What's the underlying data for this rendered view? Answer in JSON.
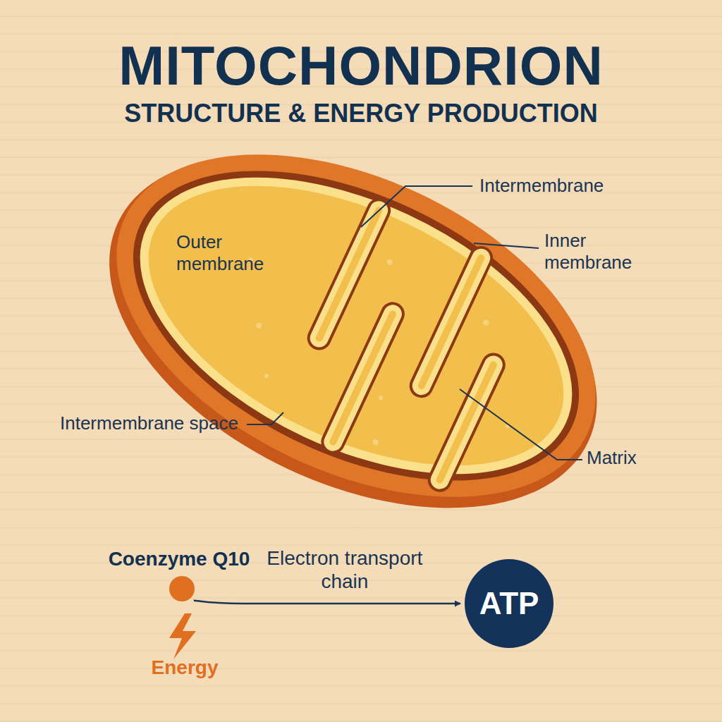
{
  "diagram": {
    "title": "MITOCHONDRION",
    "caption": "STRUCTURE & ENERGY PRODUCTION",
    "nodes": [
      {
        "text": [
          "Coenzyme Q10"
        ]
      },
      {
        "text": [
          "ATP"
        ]
      }
    ],
    "edges": [
      {
        "from": 0,
        "to": 1,
        "label": "Electron transport chain",
        "arrow": "to"
      }
    ],
    "labels": [
      "Intermembrane",
      "Outer membrane",
      "Inner membrane",
      "Intermembrane space",
      "Matrix",
      "Energy"
    ]
  }
}
